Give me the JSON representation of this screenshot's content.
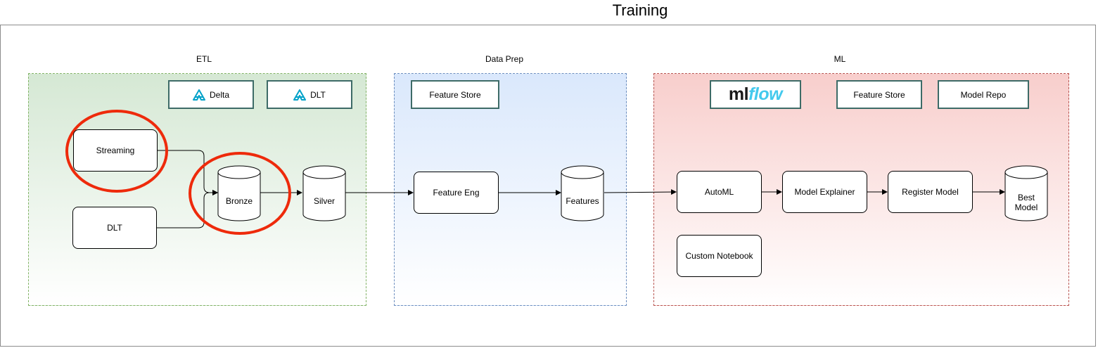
{
  "title": "Training",
  "sections": {
    "etl": {
      "label": "ETL"
    },
    "prep": {
      "label": "Data Prep"
    },
    "ml": {
      "label": "ML"
    }
  },
  "tools": {
    "delta": "Delta",
    "dlt": "DLT",
    "prep_feature_store": "Feature Store",
    "mlflow_ml": "ml",
    "mlflow_flow": "flow",
    "ml_feature_store": "Feature Store",
    "model_repo": "Model Repo"
  },
  "nodes": {
    "streaming": "Streaming",
    "dlt_source": "DLT",
    "bronze": "Bronze",
    "silver": "Silver",
    "feature_eng": "Feature Eng",
    "features": "Features",
    "automl": "AutoML",
    "custom_notebook": "Custom Notebook",
    "model_explainer": "Model Explainer",
    "register_model": "Register Model",
    "best_model_line1": "Best",
    "best_model_line2": "Model"
  },
  "colors": {
    "etl_fill": "#d5e8d4",
    "etl_border": "#82b366",
    "prep_fill": "#dae8fc",
    "prep_border": "#6c8ebf",
    "ml_fill": "#f8cecc",
    "ml_border": "#b85450",
    "tool_border": "#3d6b67",
    "highlight": "#ee2a0b",
    "delta_icon": "#00a2c9",
    "mlflow_flow": "#43c9ed"
  },
  "icons": [
    "delta-logo-icon",
    "mlflow-logo"
  ]
}
